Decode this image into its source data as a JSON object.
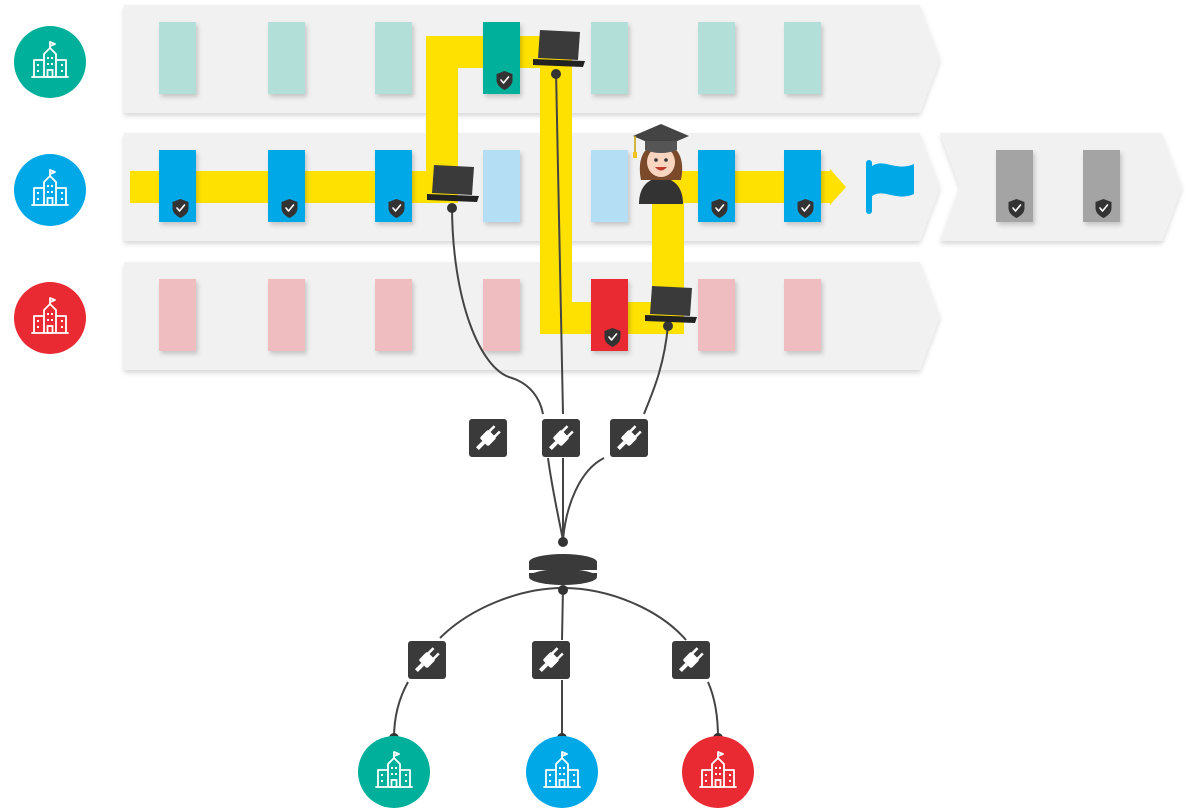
{
  "colors": {
    "lane_bg": "#f1f1f1",
    "path": "#ffe100",
    "teal": "#00b09b",
    "teal_light": "#b2e0d9",
    "blue": "#00a8e8",
    "blue_light": "#b3def3",
    "red": "#ea2a33",
    "red_light": "#efbcbf",
    "gray": "#a4a4a4",
    "icon_dark": "#3a3a3a",
    "line": "#444444"
  },
  "lanes": [
    {
      "id": "teal",
      "color": "teal",
      "light": "teal_light",
      "modules": [
        {
          "state": "light"
        },
        {
          "state": "light"
        },
        {
          "state": "light"
        },
        {
          "state": "done"
        },
        {
          "state": "light"
        },
        {
          "state": "light"
        },
        {
          "state": "light"
        }
      ]
    },
    {
      "id": "blue",
      "color": "blue",
      "light": "blue_light",
      "modules": [
        {
          "state": "done"
        },
        {
          "state": "done"
        },
        {
          "state": "done"
        },
        {
          "state": "light"
        },
        {
          "state": "light"
        },
        {
          "state": "done"
        },
        {
          "state": "done"
        }
      ]
    },
    {
      "id": "red",
      "color": "red",
      "light": "red_light",
      "modules": [
        {
          "state": "light"
        },
        {
          "state": "light"
        },
        {
          "state": "light"
        },
        {
          "state": "light"
        },
        {
          "state": "done"
        },
        {
          "state": "light"
        },
        {
          "state": "light"
        }
      ]
    }
  ],
  "extension_lane": {
    "modules": [
      {
        "state": "done"
      },
      {
        "state": "done"
      }
    ]
  },
  "institutions": [
    "teal",
    "blue",
    "red"
  ],
  "icons": {
    "institution": "school-building-icon",
    "laptop": "laptop-icon",
    "plug": "plug-connector-icon",
    "hub": "database-hub-icon",
    "flag": "flag-icon",
    "student": "graduate-student-icon",
    "check": "shield-check-icon"
  }
}
